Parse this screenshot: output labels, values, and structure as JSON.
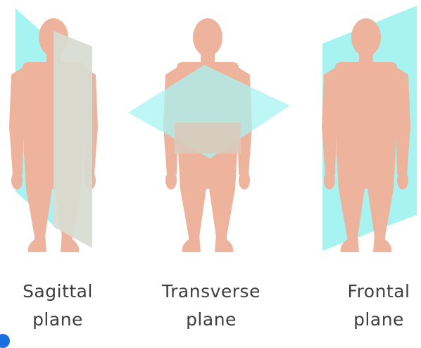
{
  "colors": {
    "plane": "#a7f3f1",
    "body": "#eeb39c",
    "overlap": "#d9cabb",
    "text": "#3e3e3e",
    "dot": "#1a6fe0"
  },
  "figures": [
    {
      "id": "sagittal",
      "line1": "Sagittal",
      "line2": "plane"
    },
    {
      "id": "transverse",
      "line1": "Transverse",
      "line2": "plane"
    },
    {
      "id": "frontal",
      "line1": "Frontal",
      "line2": "plane"
    }
  ]
}
